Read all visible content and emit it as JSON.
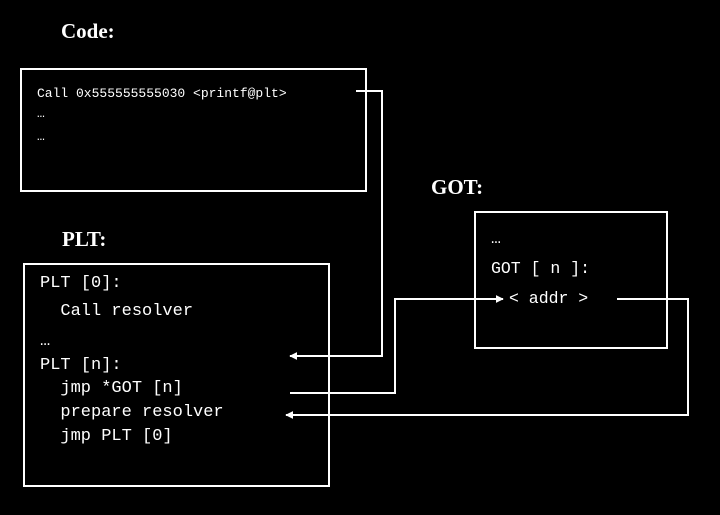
{
  "code": {
    "heading": "Code:",
    "lines": [
      "Call 0x555555555030 <printf@plt>",
      "…",
      "…"
    ]
  },
  "plt": {
    "heading": "PLT:",
    "lines": [
      "PLT [0]:",
      "  Call resolver",
      "…",
      "PLT [n]:",
      "  jmp *GOT [n]",
      "  prepare resolver",
      "  jmp PLT [0]"
    ]
  },
  "got": {
    "heading": "GOT:",
    "lines": [
      "…",
      "GOT [ n ]:",
      "< addr >"
    ]
  },
  "colors": {
    "background": "#000000",
    "foreground": "#ffffff"
  }
}
